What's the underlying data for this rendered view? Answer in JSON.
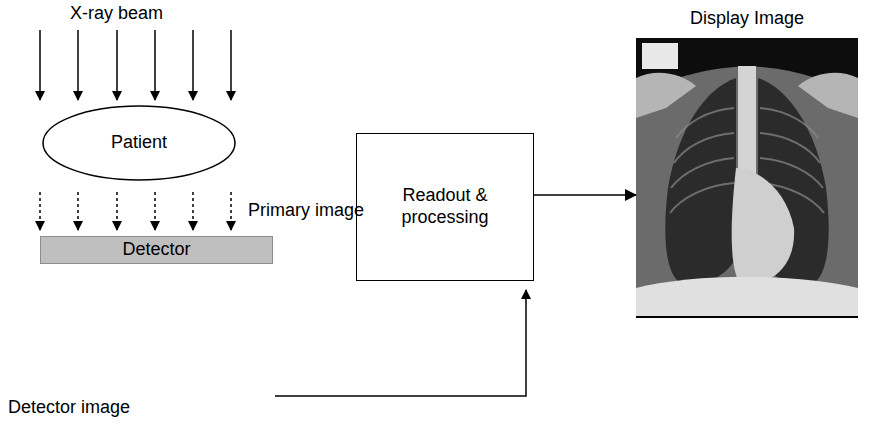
{
  "diagram": {
    "nodes": [
      {
        "text": [
          "Patient"
        ]
      },
      {
        "text": [
          "Detector"
        ]
      },
      {
        "text": [
          "Readout & processing"
        ]
      },
      {
        "text": [
          "Display Image"
        ]
      }
    ],
    "edges": [
      {
        "from": 2,
        "to": 3,
        "arrow": "to"
      }
    ],
    "labels": [
      "X-ray beam",
      "Primary image",
      "Detector image"
    ]
  }
}
